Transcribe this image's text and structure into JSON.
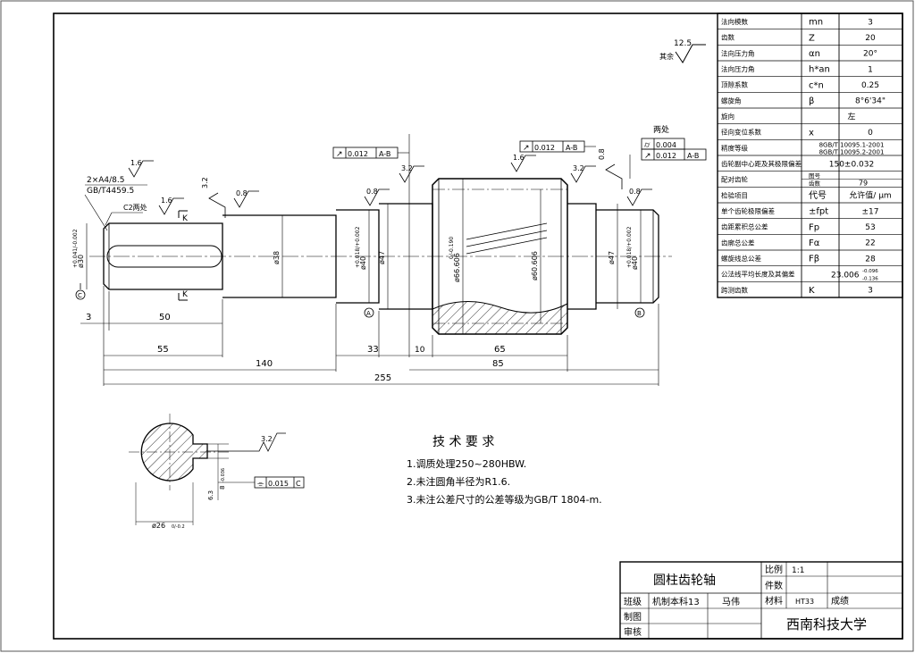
{
  "roughness": {
    "default_value": "12.5",
    "default_note": "其余"
  },
  "param_table": [
    {
      "name": "法向模数",
      "symbol": "mn",
      "value": "3"
    },
    {
      "name": "齿数",
      "symbol": "Z",
      "value": "20"
    },
    {
      "name": "法向压力角",
      "symbol": "αn",
      "value": "20°"
    },
    {
      "name": "法向压力角",
      "symbol": "h*an",
      "value": "1"
    },
    {
      "name": "顶隙系数",
      "symbol": "c*n",
      "value": "0.25"
    },
    {
      "name": "螺旋角",
      "symbol": "β",
      "value": "8°6'34\""
    },
    {
      "name": "旋向",
      "symbol": "",
      "value": "左"
    },
    {
      "name": "径向变位系数",
      "symbol": "x",
      "value": "0"
    },
    {
      "name": "精度等级",
      "symbol": "",
      "value": "8GB/T 10095.1-2001",
      "value2": "8GB/T 10095.2-2001"
    },
    {
      "name": "齿轮副中心距及其极限偏差",
      "symbol": "",
      "value": "150±0.032"
    },
    {
      "name": "配对齿轮",
      "symbol": "图号",
      "symbol2": "齿数",
      "value": "",
      "value2": "79"
    },
    {
      "name": "检验项目",
      "symbol": "代号",
      "value": "允许值/ μm"
    },
    {
      "name": "单个齿轮极限偏差",
      "symbol": "±fpt",
      "value": "±17"
    },
    {
      "name": "齿距累积总公差",
      "symbol": "Fp",
      "value": "53"
    },
    {
      "name": "齿廓总公差",
      "symbol": "Fα",
      "value": "22"
    },
    {
      "name": "螺旋线总公差",
      "symbol": "Fβ",
      "value": "28"
    },
    {
      "name": "公法线平均长度及其偏差",
      "symbol": "",
      "value": "23.006",
      "value_sup": "-0.096",
      "value_sub": "-0.136"
    },
    {
      "name": "跨测齿数",
      "symbol": "K",
      "value": "3"
    }
  ],
  "shaft": {
    "dims_horizontal": {
      "d3": "3",
      "d50": "50",
      "d55": "55",
      "d140": "140",
      "d255": "255",
      "d33": "33",
      "d10": "10",
      "d65": "65",
      "d85": "85"
    },
    "dims_diameter": {
      "left_end": "ø30",
      "left_end_tol": "+0.041/-0.002",
      "mid": "ø38",
      "bearing_left": "ø40",
      "bearing_left_tol": "+0.018/+0.002",
      "shoulder_left": "ø47",
      "gear_tip": "ø66.606",
      "gear_tip_tol": "0/-0.190",
      "gear_pitch": "ø60.606",
      "shoulder_right": "ø47",
      "bearing_right": "ø40",
      "bearing_right_tol": "+0.018/+0.002"
    },
    "center_hole": "2×A4/8.5",
    "center_hole_std": "GB/T4459.5",
    "chamfer_note": "C2两处",
    "liang_chu": "两处",
    "roughness_marks": [
      "1.6",
      "3.2",
      "0.8",
      "1.6",
      "0.8",
      "3.2",
      "1.6",
      "3.2",
      "0.8",
      "0.8"
    ],
    "runout_frames": [
      {
        "sym": "↗",
        "tol": "0.012",
        "datum": "A-B"
      },
      {
        "sym": "↗",
        "tol": "0.012",
        "datum": "A-B"
      },
      {
        "sym": "⌭",
        "tol": "0.004",
        "datum": ""
      },
      {
        "sym": "↗",
        "tol": "0.012",
        "datum": "A-B"
      }
    ],
    "datum_labels": [
      "A",
      "B",
      "C"
    ],
    "section_marks": [
      "K",
      "K"
    ]
  },
  "section": {
    "dia": "ø26",
    "dia_tol": "0/-0.2",
    "key_width": "8",
    "key_tol": "-0.036",
    "depth": "6.3",
    "roughness": "3.2",
    "symmetry_tol": "0.015",
    "symmetry_datum": "C"
  },
  "tech_req": {
    "title": "技 术 要 求",
    "items": [
      "1.调质处理250~280HBW.",
      "2.未注圆角半径为R1.6.",
      "3.未注公差尺寸的公差等级为GB/T 1804-m."
    ]
  },
  "title_block": {
    "part_name": "圆柱齿轮轴",
    "ratio_label": "比例",
    "ratio_value": "1:1",
    "count_label": "件数",
    "count_value": "",
    "material_label": "材料",
    "material_value": "HT33",
    "score_label": "成绩",
    "score_value": "",
    "class_label": "班级",
    "class_value": "机制本科13",
    "name_value": "马伟",
    "drawn_label": "制图",
    "checked_label": "审核",
    "school": "西南科技大学"
  }
}
